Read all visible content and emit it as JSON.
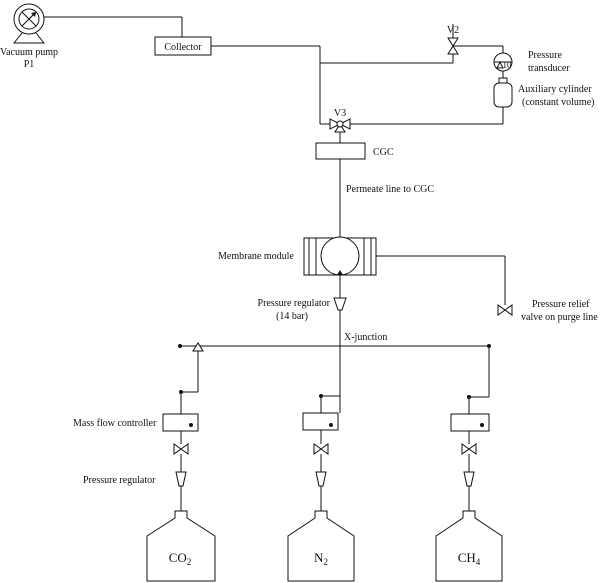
{
  "labels": {
    "vacuum_pump": "Vacuum pump",
    "vacuum_pump_id": "P1",
    "collector": "Collector",
    "v2": "V2",
    "v3": "V3",
    "pressure_transducer_1": "Pressure",
    "pressure_transducer_2": "transducer",
    "auxiliary_cylinder_1": "Auxiliary cylinder",
    "auxiliary_cylinder_2": "(constant volume)",
    "transducer_readout": "10",
    "cgc": "CGC",
    "permeate_line": "Permeate line to CGC",
    "membrane_module": "Membrane module",
    "pressure_regulator_top_1": "Pressure regulator",
    "pressure_regulator_top_2": "(14 bar)",
    "relief_valve_1": "Pressure relief",
    "relief_valve_2": "valve on purge line",
    "x_junction": "X-junction",
    "mass_flow_controller": "Mass flow controller",
    "pressure_regulator_bottom": "Pressure regulator"
  },
  "cylinders": [
    {
      "formula": "CO",
      "subscript": "2"
    },
    {
      "formula": "N",
      "subscript": "2"
    },
    {
      "formula": "CH",
      "subscript": "4"
    }
  ]
}
